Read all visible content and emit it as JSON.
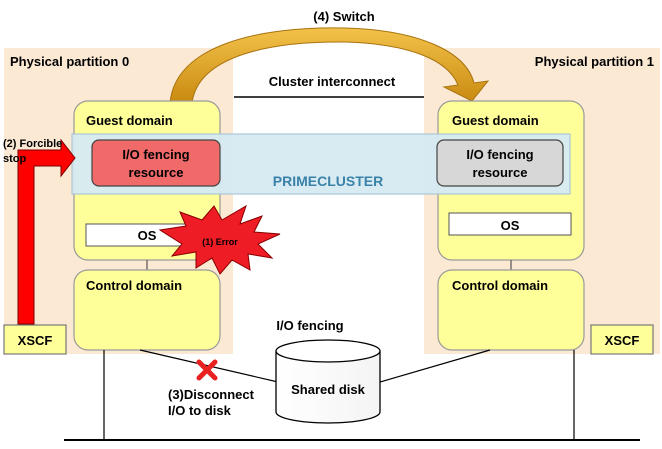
{
  "switch_label": "(4) Switch",
  "cluster_interconnect": "Cluster interconnect",
  "partitions": [
    {
      "label": "Physical  partition 0",
      "guest_domain": "Guest domain",
      "fencing_line1": "I/O fencing",
      "fencing_line2": "resource",
      "os": "OS",
      "control_domain": "Control domain",
      "xscf": "XSCF"
    },
    {
      "label": "Physical  partition 1",
      "guest_domain": "Guest domain",
      "fencing_line1": "I/O fencing",
      "fencing_line2": "resource",
      "os": "OS",
      "control_domain": "Control domain",
      "xscf": "XSCF"
    }
  ],
  "primecluster": "PRIMECLUSTER",
  "error_label": "(1) Error",
  "forcible_stop_line1": "(2) Forcible",
  "forcible_stop_line2": "stop",
  "io_fencing": "I/O fencing",
  "shared_disk": "Shared disk",
  "disconnect_line1": "(3)Disconnect",
  "disconnect_line2": "I/O to disk",
  "colors": {
    "partition_bg": "#fce9d4",
    "domain_fill": "#ffff99",
    "domain_stroke": "#999999",
    "primecluster_fill": "#d6eaf3",
    "primecluster_stroke": "#a9c6d6",
    "primecluster_text": "#3a82a8",
    "failed_fencing": "#f06a6a",
    "standby_fencing": "#d7d7d7",
    "switch_arrow": "#e0a020",
    "stop_arrow": "#ff0000",
    "error_burst": "#ee1c24"
  }
}
